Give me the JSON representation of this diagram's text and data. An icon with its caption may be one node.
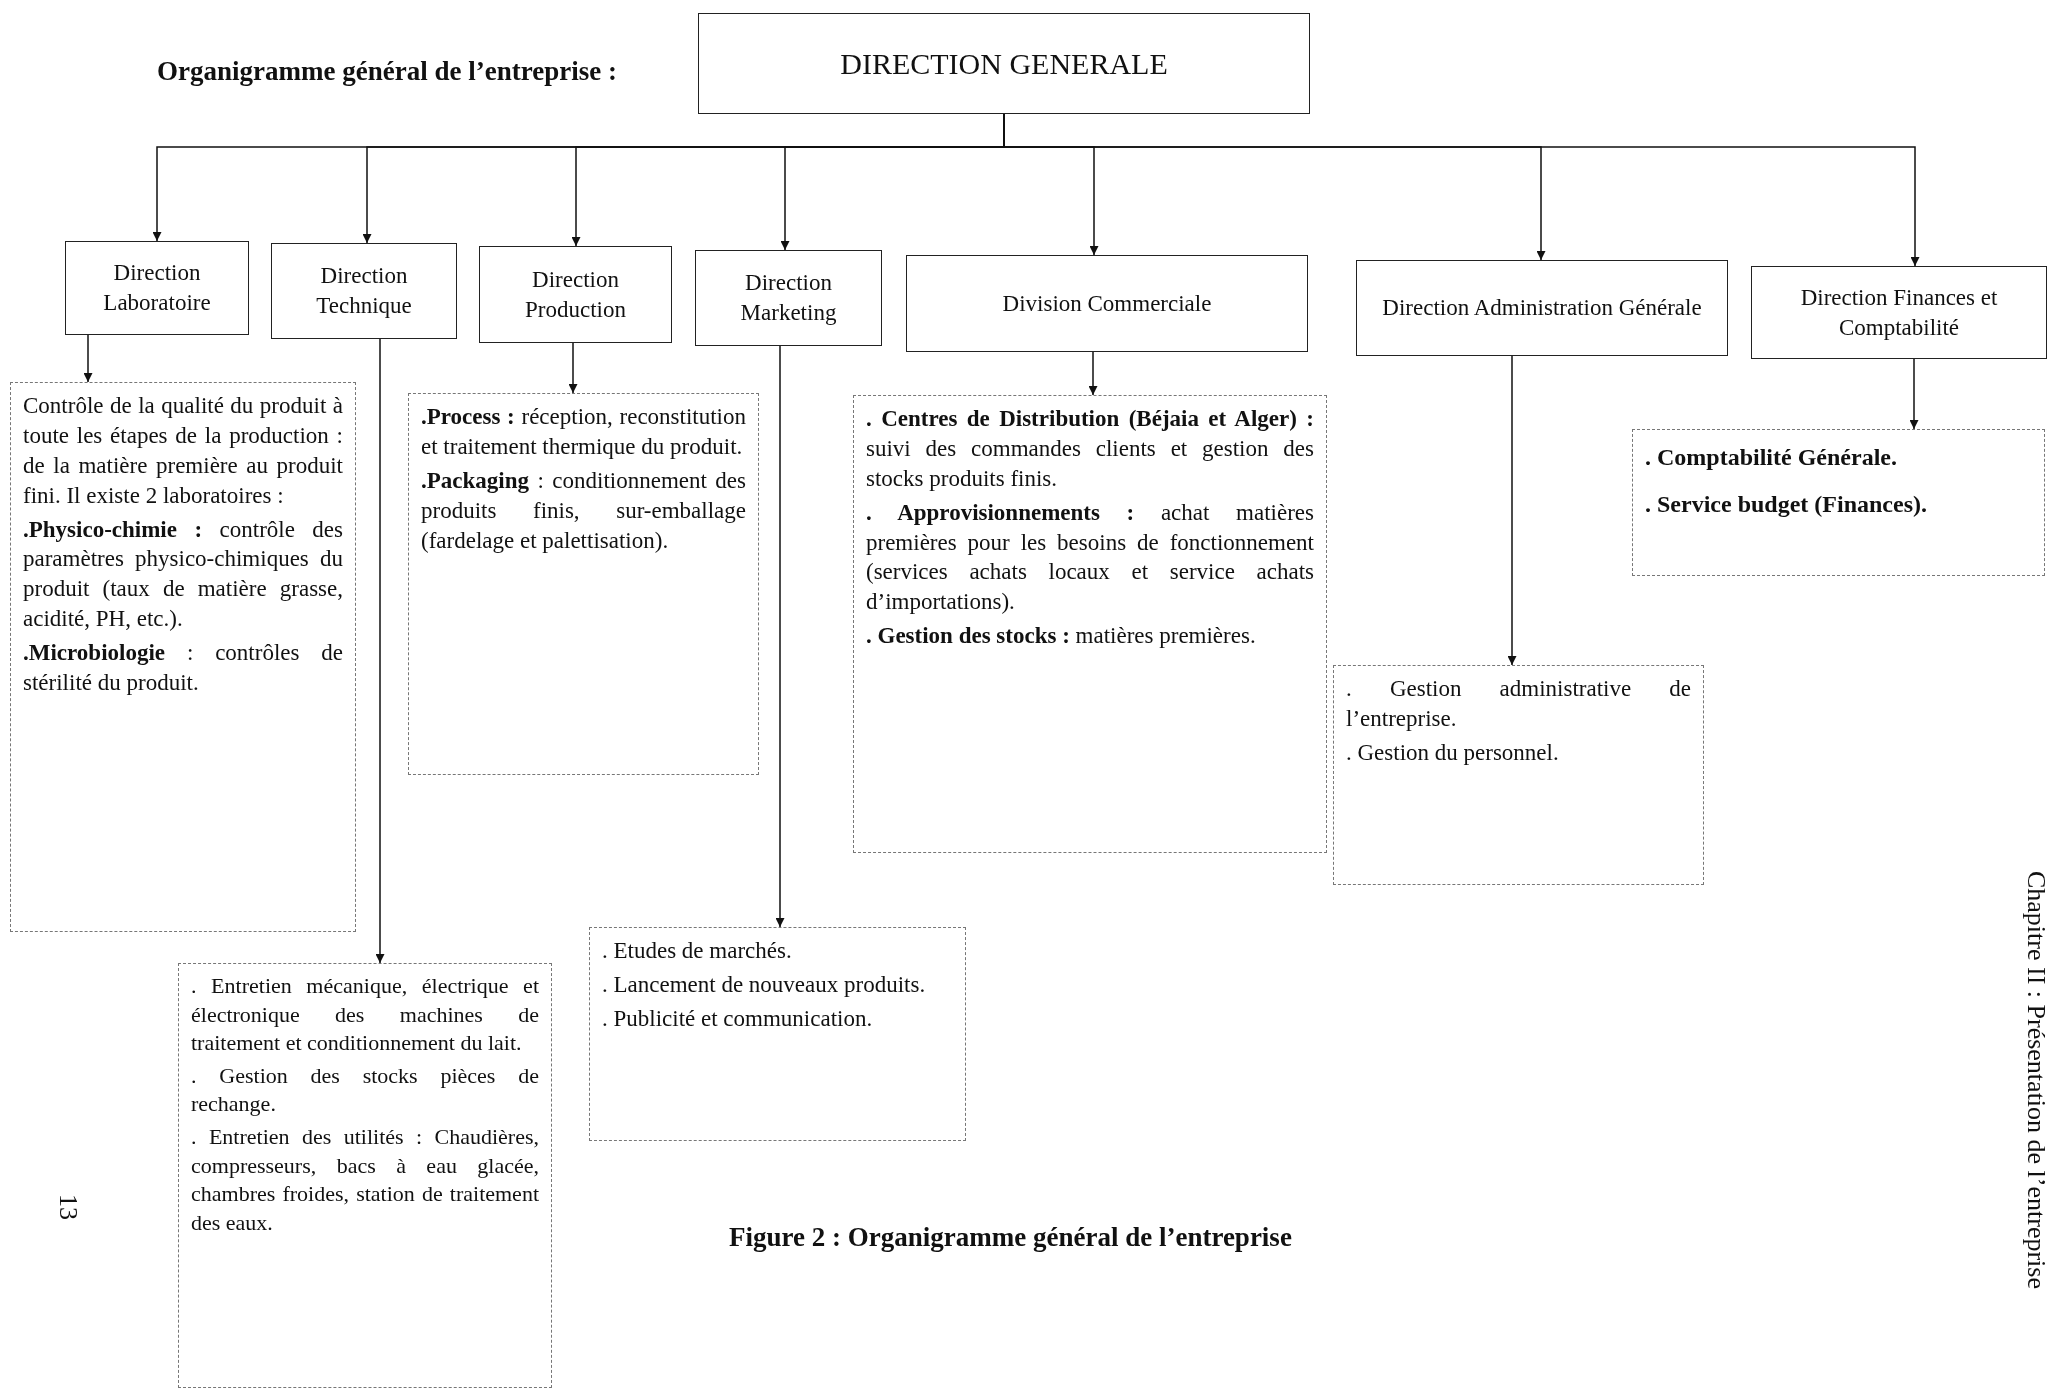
{
  "diagram": {
    "title": "Organigramme général de l’entreprise :",
    "caption": "Figure 2 : Organigramme général de l’entreprise",
    "nodes": [
      {
        "text": [
          "DIRECTION GENERALE"
        ]
      },
      {
        "text": [
          "Direction Laboratoire"
        ]
      },
      {
        "text": [
          "Direction Technique"
        ]
      },
      {
        "text": [
          "Direction Production"
        ]
      },
      {
        "text": [
          "Direction Marketing"
        ]
      },
      {
        "text": [
          "Division Commerciale"
        ]
      },
      {
        "text": [
          "Direction Administration Générale"
        ]
      },
      {
        "text": [
          "Direction Finances et Comptabilité"
        ]
      },
      {
        "text": [
          "Contrôle de la qualité du produit à toute les étapes de la production : de la matière première au produit fini. Il existe 2 laboratoires :",
          "**.Physico-chimie :** contrôle des paramètres physico-chimiques du produit (taux de matière grasse, acidité, PH, etc.).",
          "**.Microbiologie** : contrôles de stérilité du produit."
        ]
      },
      {
        "text": [
          ". Entretien mécanique, électrique et électronique des machines de traitement et conditionnement du lait.",
          ". Gestion des stocks pièces de rechange.",
          ". Entretien des utilités : Chaudières, compresseurs, bacs à eau glacée, chambres froides, station de traitement des eaux."
        ]
      },
      {
        "text": [
          "**.Process :** réception, reconstitution et traitement thermique du produit.",
          "**.Packaging** : conditionnement des produits finis, sur-emballage (fardelage et palettisation)."
        ]
      },
      {
        "text": [
          ". Etudes de marchés.",
          ". Lancement de nouveaux produits.",
          ". Publicité et communication."
        ]
      },
      {
        "text": [
          "**. Centres de Distribution (Béjaia et Alger) :** suivi des commandes clients et gestion des stocks produits finis.",
          "**. Approvisionnements :** achat matières premières pour les besoins de fonctionnement (services achats locaux et service achats d’importations).",
          "**. Gestion des stocks :** matières premières."
        ]
      },
      {
        "text": [
          ". Gestion administrative de l’entreprise.",
          ". Gestion du personnel."
        ]
      },
      {
        "text": [
          ". Comptabilité Générale.",
          ". Service budget (Finances)."
        ]
      }
    ],
    "edges": [
      {
        "from": 0,
        "to": 1,
        "arrow": "to"
      },
      {
        "from": 0,
        "to": 2,
        "arrow": "to"
      },
      {
        "from": 0,
        "to": 3,
        "arrow": "to"
      },
      {
        "from": 0,
        "to": 4,
        "arrow": "to"
      },
      {
        "from": 0,
        "to": 5,
        "arrow": "to"
      },
      {
        "from": 0,
        "to": 6,
        "arrow": "to"
      },
      {
        "from": 0,
        "to": 7,
        "arrow": "to"
      },
      {
        "from": 1,
        "to": 8,
        "arrow": "to"
      },
      {
        "from": 2,
        "to": 9,
        "arrow": "to"
      },
      {
        "from": 3,
        "to": 10,
        "arrow": "to"
      },
      {
        "from": 4,
        "to": 11,
        "arrow": "to"
      },
      {
        "from": 5,
        "to": 12,
        "arrow": "to"
      },
      {
        "from": 6,
        "to": 13,
        "arrow": "to"
      },
      {
        "from": 7,
        "to": 14,
        "arrow": "to"
      }
    ],
    "labels": [
      "13",
      "Chapitre II : Présentation de l’entreprise"
    ]
  }
}
